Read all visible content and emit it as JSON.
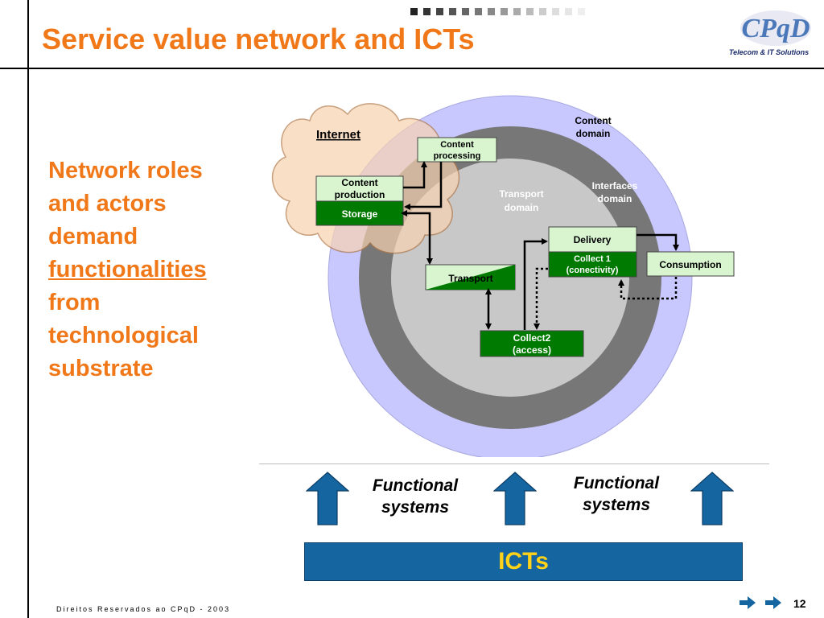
{
  "header": {
    "title": "Service value network and ICTs",
    "progress_dots": [
      "#222222",
      "#333333",
      "#444444",
      "#555555",
      "#666666",
      "#777777",
      "#888888",
      "#999999",
      "#aaaaaa",
      "#bbbbbb",
      "#cccccc",
      "#dddddd",
      "#e6e6e6",
      "#efefef"
    ]
  },
  "logo": {
    "text": "Telecom & IT Solutions",
    "mark_text": "CPqD",
    "color": "#4a78b8"
  },
  "sidebar": {
    "line1": "Network roles",
    "line2": "and actors",
    "line3": "demand",
    "line4": "functionalities",
    "line5": "from",
    "line6": "technological",
    "line7": "substrate"
  },
  "diagram": {
    "cloud_label": "Internet",
    "content_domain": [
      "Content",
      "domain"
    ],
    "interfaces_domain": [
      "Interfaces",
      "domain"
    ],
    "transport_domain": [
      "Transport",
      "domain"
    ],
    "boxes": {
      "content_processing": [
        "Content",
        "processing"
      ],
      "content_production": [
        "Content",
        "production"
      ],
      "storage": "Storage",
      "delivery": "Delivery",
      "collect1": [
        "Collect 1",
        "(conectivity)"
      ],
      "consumption": "Consumption",
      "transport": "Transport",
      "collect2": [
        "Collect2",
        "(access)"
      ]
    },
    "colors": {
      "outer_ring": "#c8c8ff",
      "middle_ring": "#777777",
      "inner_disc": "#c8c8c8",
      "light_box": "#d8f5d0",
      "dark_box": "#007a00",
      "cloud": "#f8d2b0"
    }
  },
  "bottom": {
    "functional_left": [
      "Functional",
      "systems"
    ],
    "functional_right": [
      "Functional",
      "systems"
    ],
    "icts": "ICTs",
    "arrow_color": "#1565a0"
  },
  "footer": {
    "copyright": "Direitos Reservados ao CPqD - 2003",
    "page_number": "12"
  }
}
